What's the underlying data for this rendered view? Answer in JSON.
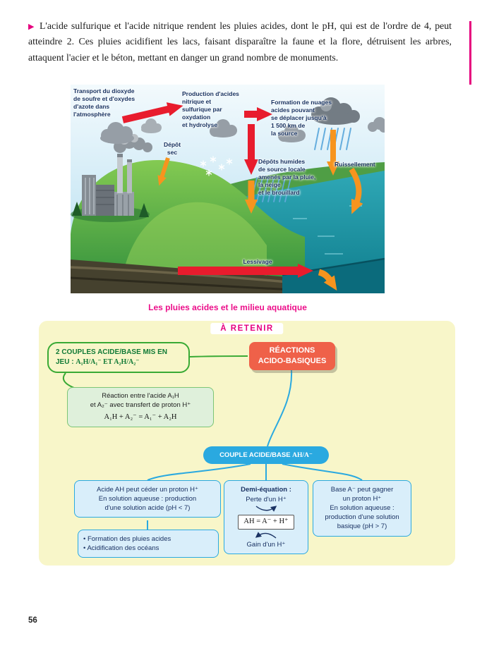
{
  "page_number": "56",
  "intro": {
    "marker": "▶",
    "text": "L'acide sulfurique et l'acide nitrique rendent les pluies acides, dont le pH, qui est de l'ordre de 4, peut atteindre 2. Ces pluies acidifient les lacs, faisant disparaître la faune et la flore, détruisent les arbres, attaquent l'acier et le béton, mettant en danger un grand nombre de monuments."
  },
  "figure": {
    "caption": "Les pluies acides et le milieu aquatique",
    "labels": {
      "transport": "Transport du dioxyde\nde soufre et d'oxydes\nd'azote dans\nl'atmosphère",
      "production": "Production d'acides\nnitrique et\nsulfurique par\noxydation\net hydrolyse",
      "formation": "Formation de nuages\nacides pouvant\nse déplacer jusqu'à\n1 500 km de\nla source",
      "depot_sec": "Dépôt\nsec",
      "depots_humides": "Dépôts humides\nde source locale\namenés par la pluie,\nla neige\net le brouillard",
      "ruissellement": "Ruissellement",
      "lessivage": "Lessivage"
    }
  },
  "retenir": {
    "title": "À RETENIR",
    "couples": {
      "label": "2 COUPLES ACIDE/BASE MIS EN JEU : ",
      "formula": "A₁H/A₁⁻ ET A₂H/A₂⁻"
    },
    "central": "RÉACTIONS\nACIDO-BASIQUES",
    "reaction": {
      "text": "Réaction entre l'acide A₁H\net A₂⁻ avec transfert de proton H⁺",
      "equation": "A₁H + A₂⁻ = A₁⁻ + A₂H"
    },
    "pill": {
      "label": "COUPLE ACIDE/BASE ",
      "formula": "AH/A⁻"
    },
    "acid": "Acide AH peut céder un proton H⁺\nEn solution aqueuse : production\nd'une solution acide (pH < 7)",
    "consequences": "• Formation des pluies acides\n• Acidification des océans",
    "demi": {
      "title": "Demi-équation :",
      "perte": "Perte d'un H⁺",
      "equation": "AH = A⁻ + H⁺",
      "gain": "Gain d'un H⁺"
    },
    "base": "Base A⁻ peut gagner\nun proton H⁺\nEn solution aqueuse :\nproduction d'une solution\nbasique (pH > 7)"
  },
  "colors": {
    "accent_magenta": "#e6007e",
    "green": "#3aaa35",
    "blue": "#2aa9e0",
    "coral_node": "#ef6149",
    "panel_yellow": "#f8f6c9"
  }
}
